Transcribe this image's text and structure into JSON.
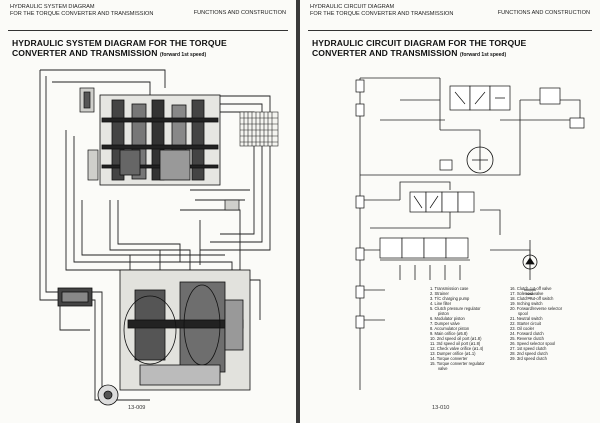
{
  "left": {
    "header_line1": "HYDRAULIC SYSTEM DIAGRAM",
    "header_line2": "FOR THE TORQUE CONVERTER AND TRANSMISSION",
    "header_right": "FUNCTIONS AND CONSTRUCTION",
    "title_line1": "HYDRAULIC SYSTEM DIAGRAM FOR THE TORQUE",
    "title_line2": "CONVERTER AND TRANSMISSION",
    "subtitle": "(forward 1st speed)",
    "page_number": "13-009"
  },
  "right": {
    "header_line1": "HYDRAULIC CIRCUIT DIAGRAM",
    "header_line2": "FOR THE TORQUE CONVERTER AND TRANSMISSION",
    "header_right": "FUNCTIONS AND CONSTRUCTION",
    "title_line1": "HYDRAULIC CIRCUIT DIAGRAM FOR THE TORQUE",
    "title_line2": "CONVERTER AND TRANSMISSION",
    "subtitle": "(forward 1st speed)",
    "page_number": "13-010",
    "legend_col1": [
      "1. Transmission case",
      "2. Strainer",
      "3. T/C charging pump",
      "4. Line filter",
      "5. Clutch pressure regulator",
      "piston",
      "6. Modulator piston",
      "7. Dumper valve",
      "8. Accumulator piston",
      "9. Main orifice (ø5.8)",
      "10. 2nd speed oil port (ø1.8)",
      "11. 3rd speed oil port (ø1.8)",
      "12. Check valve orifice (ø1.4)",
      "13. Dumper orifice (ø1.1)",
      "14. Torque converter",
      "15. Torque converter regulator",
      "valve"
    ],
    "legend_col2": [
      "16. Clutch cut-off valve",
      "17. Solenoid valve",
      "18. Clutch cut-off switch",
      "19. Inching switch",
      "20. Forward/reverse selector",
      "spool",
      "21. Neutral switch",
      "22. Starter circuit",
      "23. Oil cooler",
      "24. Forward clutch",
      "25. Reverse clutch",
      "26. Speed selector spool",
      "27. 1st speed clutch",
      "28. 2nd speed clutch",
      "29. 3rd speed clutch"
    ]
  }
}
